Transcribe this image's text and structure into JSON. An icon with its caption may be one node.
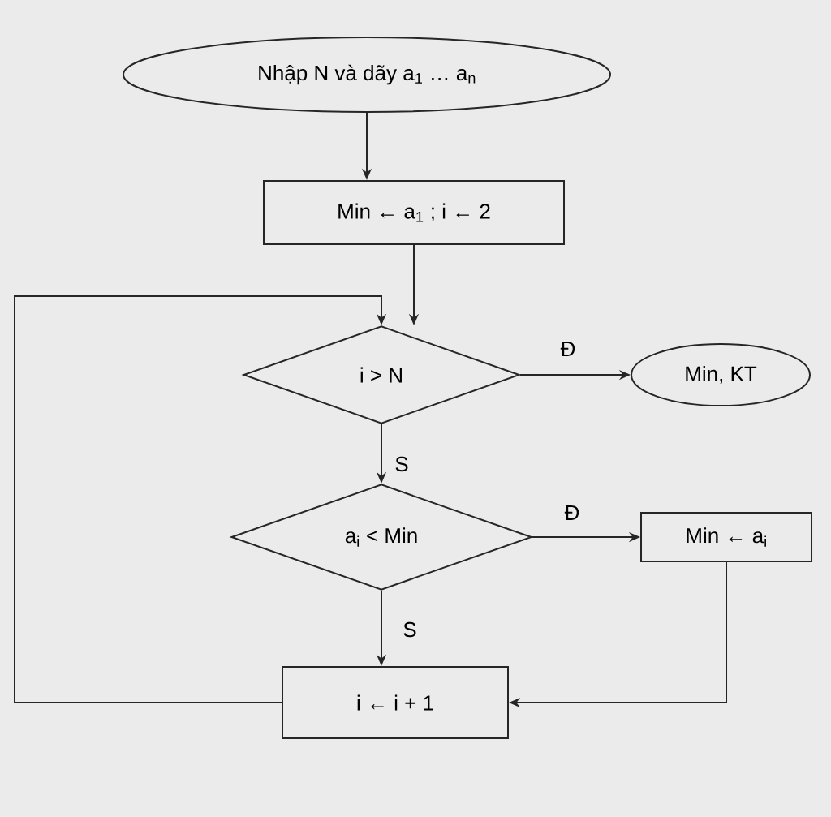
{
  "diagram": {
    "nodes": [
      {
        "text": [
          "Nhập N và dãy a$_{1}$ … a$_{n}$"
        ]
      },
      {
        "text": [
          "Min ← a$_{1}$ ; i ← 2"
        ]
      },
      {
        "text": [
          "i > N"
        ]
      },
      {
        "text": [
          "Min, KT"
        ]
      },
      {
        "text": [
          "a$_{i}$ < Min"
        ]
      },
      {
        "text": [
          "Min ← a$_{i}$"
        ]
      },
      {
        "text": [
          "i ← i + 1"
        ]
      }
    ],
    "edges": [
      {
        "from": 0,
        "to": 1,
        "arrow": "to"
      },
      {
        "from": 1,
        "to": 2,
        "arrow": "to"
      },
      {
        "from": 2,
        "to": 3,
        "arrow": "to",
        "label": "Đ"
      },
      {
        "from": 2,
        "to": 4,
        "arrow": "to",
        "label": "S"
      },
      {
        "from": 4,
        "to": 5,
        "arrow": "to",
        "label": "Đ"
      },
      {
        "from": 4,
        "to": 6,
        "arrow": "to",
        "label": "S"
      },
      {
        "from": 5,
        "to": 6,
        "arrow": "to"
      },
      {
        "from": 6,
        "to": 2,
        "arrow": "to"
      }
    ]
  }
}
